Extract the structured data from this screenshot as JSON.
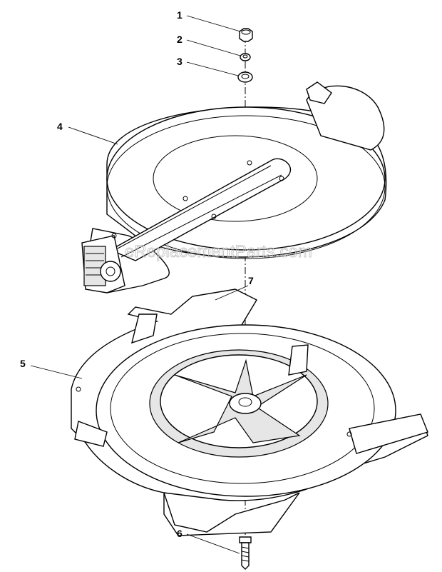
{
  "diagram": {
    "callouts": [
      {
        "id": "1",
        "label": "1"
      },
      {
        "id": "2",
        "label": "2"
      },
      {
        "id": "3",
        "label": "3"
      },
      {
        "id": "4",
        "label": "4"
      },
      {
        "id": "5",
        "label": "5"
      },
      {
        "id": "6",
        "label": "6"
      },
      {
        "id": "7",
        "label": "7"
      }
    ],
    "watermark": "eReplacementParts.com"
  }
}
